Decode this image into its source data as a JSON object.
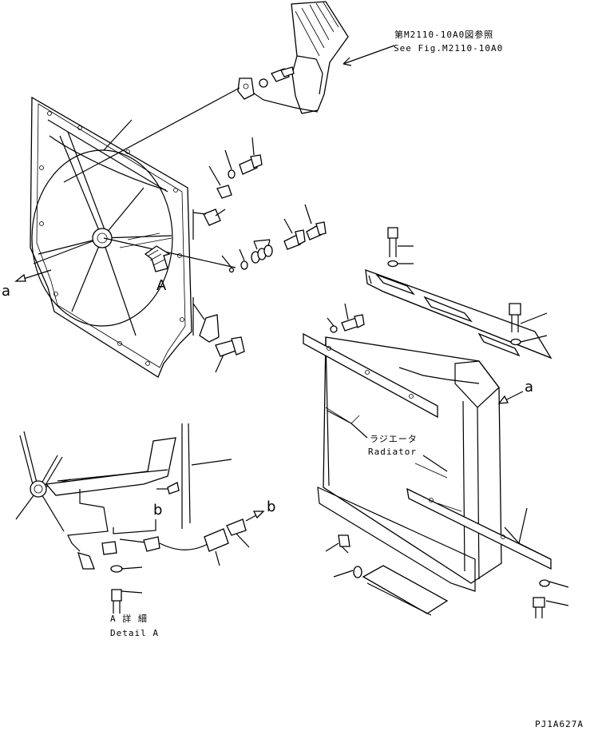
{
  "labels": {
    "ref_jp": "第M2110-10A0図参照",
    "ref_en": "See Fig.M2110-10A0",
    "view_a": "A",
    "arrow_a_left": "a",
    "arrow_a_right": "a",
    "arrow_b_left": "b",
    "arrow_b_right": "b",
    "radiator_jp": "ラジエータ",
    "radiator_en": "Radiator",
    "detail_jp": "A 詳 細",
    "detail_en": "Detail A",
    "drawing_code": "PJ1A627A"
  }
}
